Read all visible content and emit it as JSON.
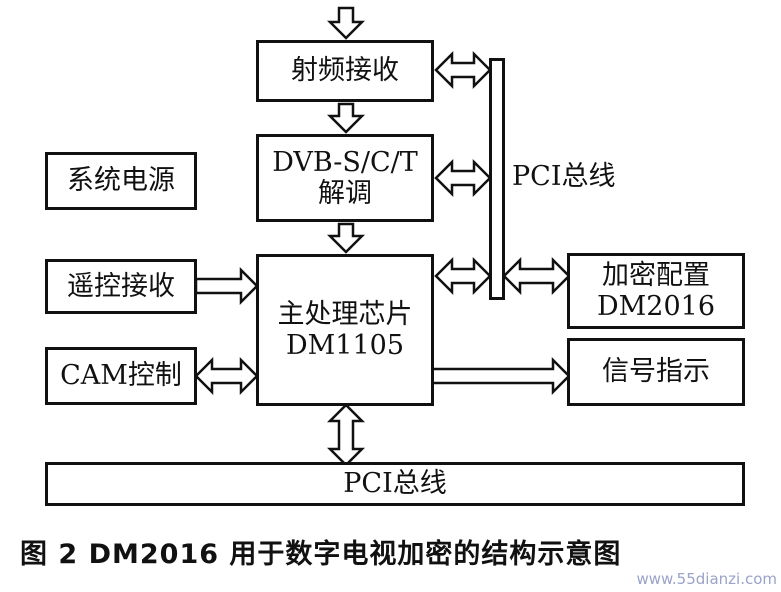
{
  "nodes": {
    "rf_receive": "射频接收",
    "dvb_line1": "DVB-S/C/T",
    "dvb_line2": "解调",
    "power": "系统电源",
    "remote": "遥控接收",
    "main_line1": "主处理芯片",
    "main_line2": "DM1105",
    "cam": "CAM控制",
    "crypto_line1": "加密配置",
    "crypto_line2": "DM2016",
    "signal": "信号指示",
    "pci_bottom": "PCI总线",
    "pci_vertical_label": "PCI总线"
  },
  "caption": "图 2 DM2016 用于数字电视加密的结构示意图",
  "watermark": "www.55dianzi.com"
}
